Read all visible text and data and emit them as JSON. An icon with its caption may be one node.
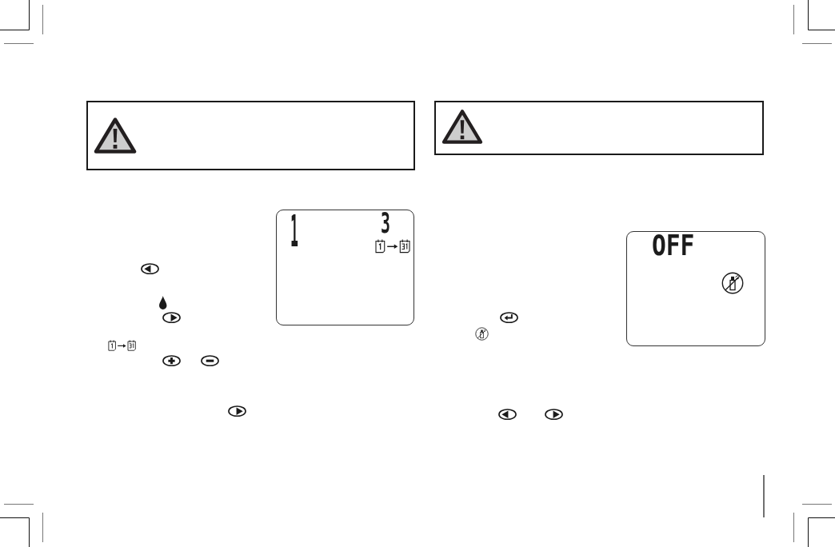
{
  "diagram": {
    "nodes": [
      {
        "text": [],
        "shape": "box"
      },
      {
        "text": [
          "1",
          "3"
        ]
      },
      {
        "text": [],
        "shape": "box"
      },
      {
        "text": [
          "OFF"
        ]
      }
    ]
  }
}
